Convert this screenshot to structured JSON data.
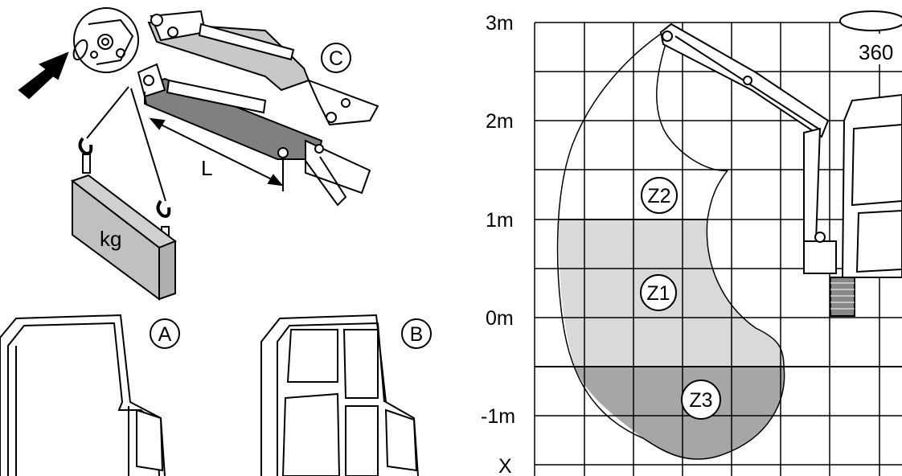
{
  "figure": {
    "lifting_diagram": {
      "label_C": "C",
      "length_label": "L",
      "load_label": "kg"
    },
    "cab_A_label": "A",
    "cab_B_label": "B",
    "range_chart": {
      "y_ticks": [
        "3m",
        "2m",
        "1m",
        "0m",
        "-1m"
      ],
      "x_axis_label": "X",
      "rotation_label": "360",
      "zones": [
        "Z2",
        "Z1",
        "Z3"
      ],
      "zone_colors": {
        "Z1": "#d9d9d9",
        "Z3": "#a6a6a6"
      }
    }
  }
}
